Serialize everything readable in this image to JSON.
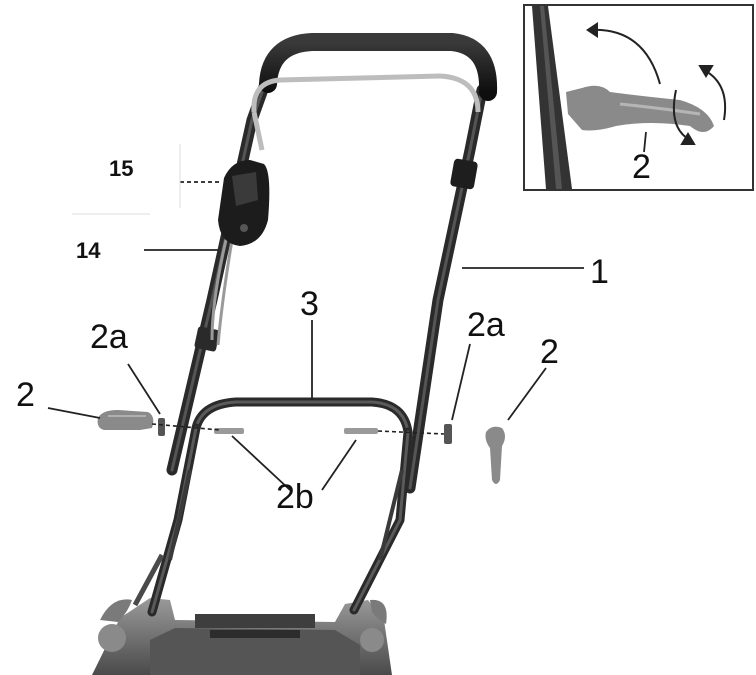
{
  "labels": {
    "c15": "15",
    "c14": "14",
    "c1": "1",
    "c3": "3",
    "c2a_left": "2a",
    "c2a_right": "2a",
    "c2_left": "2",
    "c2_right": "2",
    "c2b": "2b",
    "inset_2": "2"
  },
  "colors": {
    "frame": "#2a2a2a",
    "foam_grip": "#1c1c1c",
    "cable": "#b9b9b9",
    "deck": "#6e6e6e",
    "knob": "#8a8a8a",
    "leader": "#222222"
  },
  "icons": {
    "inset_rotate_arrow": "curved-arrow-icon",
    "inset_turn_arrows": "rotate-arrows-icon"
  }
}
